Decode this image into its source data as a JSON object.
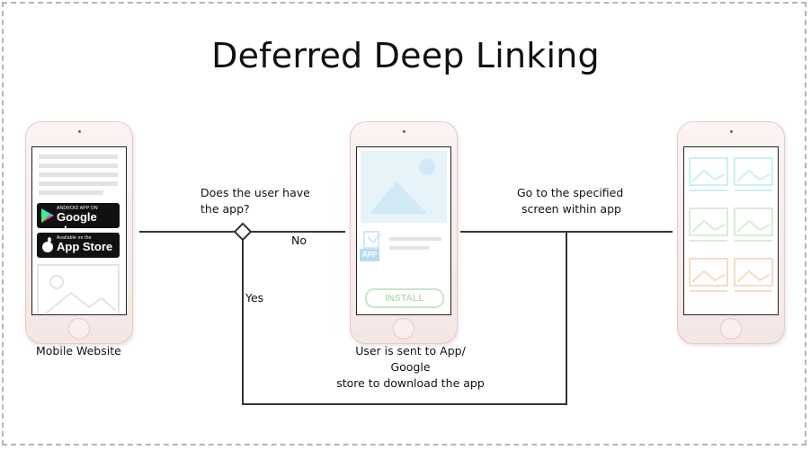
{
  "title": "Deferred Deep Linking",
  "labels": {
    "question_line1": "Does the user have",
    "question_line2": "the app?",
    "no": "No",
    "yes": "Yes",
    "goto_line1": "Go to the specified",
    "goto_line2": "screen within app",
    "mobile_website": "Mobile Website",
    "store_line1": "User is sent to App/ Google",
    "store_line2": "store to download the app"
  },
  "phones": {
    "website": {
      "google_small": "ANDROID APP ON",
      "google_big": "Google play",
      "apple_small": "Available on the",
      "apple_big": "App Store"
    },
    "store": {
      "app_label": "APP",
      "install_label": "INSTALL"
    }
  },
  "colors": {
    "grid_cyan": "#cdf0f2",
    "grid_green": "#d9ecd6",
    "grid_peach": "#f4dcc7",
    "store_blue": "#cfe9f5",
    "install_green": "#c9e7c9"
  }
}
